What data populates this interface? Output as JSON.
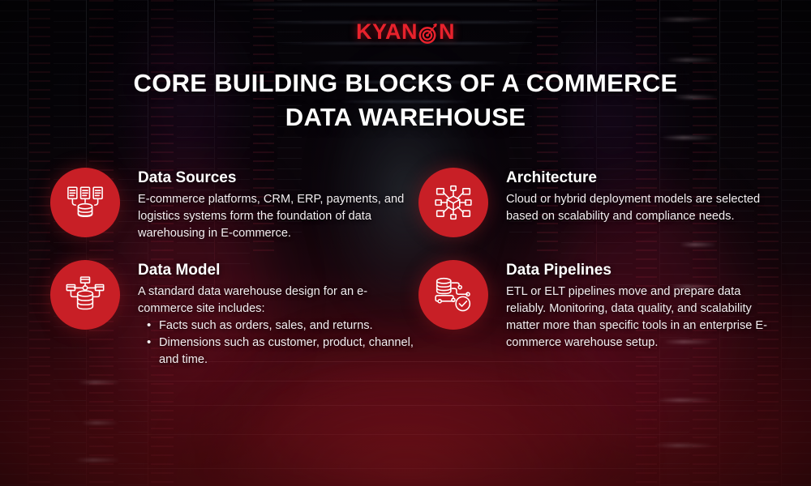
{
  "brand": {
    "name": "KYANON",
    "name_before_mark": "KYAN",
    "name_after_mark": "N",
    "mark_icon": "bullseye-target-icon",
    "color": "#e8222c"
  },
  "title": {
    "line1": "CORE BUILDING BLOCKS OF A COMMERCE",
    "line2": "DATA WAREHOUSE",
    "color": "#ffffff"
  },
  "theme": {
    "accent": "#c81f26",
    "background_top": "#050308",
    "background_bottom": "#6d0f16",
    "text": "#f2eef0"
  },
  "cards": [
    {
      "icon": "documents-to-database-icon",
      "title": "Data Sources",
      "text": "E-commerce platforms, CRM, ERP, payments, and logistics systems form the foundation of data warehousing in E-commerce.",
      "bullets": []
    },
    {
      "icon": "network-cube-nodes-icon",
      "title": "Architecture",
      "text": "Cloud or hybrid deployment models are selected based on scalability and compliance needs.",
      "bullets": []
    },
    {
      "icon": "schema-database-icon",
      "title": "Data Model",
      "text": "A standard data warehouse design for an e-commerce site includes:",
      "bullets": [
        "Facts such as orders, sales, and returns.",
        "Dimensions such as customer, product, channel, and time."
      ]
    },
    {
      "icon": "database-pipeline-check-icon",
      "title": "Data Pipelines",
      "text": "ETL or ELT pipelines move and prepare data reliably. Monitoring, data quality, and scalability matter more than specific tools in an enterprise E-commerce warehouse setup.",
      "bullets": []
    }
  ]
}
